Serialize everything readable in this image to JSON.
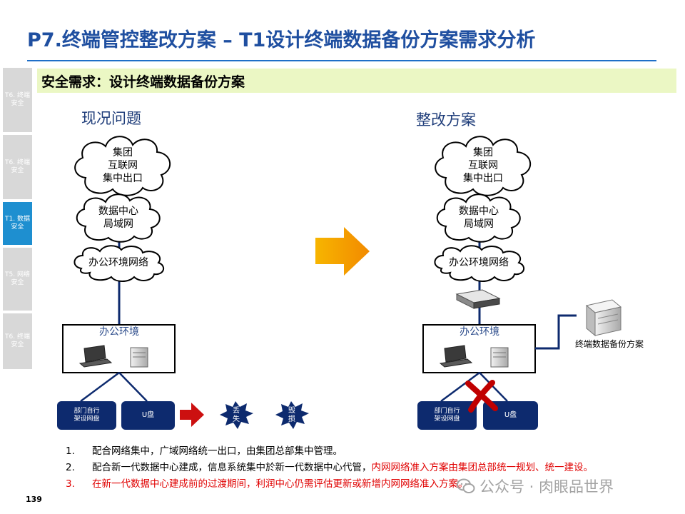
{
  "header": {
    "title": "P7.终端管控整改方案 – T1设计终端数据备份方案需求分析"
  },
  "sidenav": {
    "items": [
      {
        "label": "T6. 终端 安全",
        "active": false
      },
      {
        "label": "T6. 终端 安全",
        "active": false
      },
      {
        "label": "T1. 数据 安全",
        "active": true
      },
      {
        "label": "T5. 网络 安全",
        "active": false
      },
      {
        "label": "T6. 终端 安全",
        "active": false
      }
    ]
  },
  "requirement": {
    "text": "安全需求：设计终端数据备份方案"
  },
  "current": {
    "title": "现况问题",
    "cloud_internet": [
      "集团",
      "互联网",
      "集中出口"
    ],
    "cloud_dc": [
      "数据中心",
      "局域网"
    ],
    "cloud_office": "办公环境网络",
    "office_box_label": "办公环境",
    "pill_left": [
      "部门自行",
      "架设网盘"
    ],
    "pill_right": "U盘",
    "star_lost": [
      "丢",
      "失"
    ],
    "star_damaged": [
      "毁",
      "损"
    ]
  },
  "proposal": {
    "title": "整改方案",
    "cloud_internet": [
      "集团",
      "互联网",
      "集中出口"
    ],
    "cloud_dc": [
      "数据中心",
      "局域网"
    ],
    "cloud_office": "办公环境网络",
    "office_box_label": "办公环境",
    "pill_left": [
      "部门自行",
      "架设网盘"
    ],
    "pill_right": "U盘",
    "backup_label": "终端数据备份方案"
  },
  "notes": [
    {
      "num": "1.",
      "text": "配合网络集中，广域网络统一出口，由集团总部集中管理。",
      "red": ""
    },
    {
      "num": "2.",
      "text": "配合新一代数据中心建成，信息系统集中於新一代数据中心代管，",
      "red": "内网网络准入方案由集团总部统一规划、统一建设。"
    },
    {
      "num": "3.",
      "text": "",
      "red": "在新一代数据中心建成前的过渡期间，利润中心仍需评估更新或新增内网网络准入方案。"
    }
  ],
  "footer": {
    "page_number": "139",
    "watermark": "公众号 · 肉眼品世界"
  },
  "colors": {
    "title": "#1f4fa0",
    "nav_active": "#1e8fd0",
    "nav_inactive": "#d8d8d8",
    "line": "#0d2a6e",
    "pill": "#0d2a6e",
    "arrow": "#f5a300",
    "cross": "#c00000",
    "note_red": "#e00000"
  }
}
